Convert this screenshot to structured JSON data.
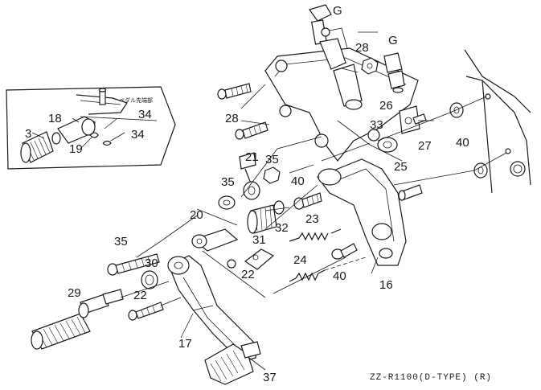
{
  "labels": {
    "p3": "3",
    "p18": "18",
    "p19": "19",
    "p34a": "34",
    "p34b": "34",
    "p28a": "28",
    "p28b": "28",
    "g1": "G",
    "g2": "G",
    "p26": "26",
    "p33": "33",
    "p27": "27",
    "p40a": "40",
    "p40b": "40",
    "p40c": "40",
    "p21": "21",
    "p35a": "35",
    "p35b": "35",
    "p35c": "35",
    "p25": "25",
    "p20": "20",
    "p31": "31",
    "p32": "32",
    "p23": "23",
    "p24": "24",
    "p30": "30",
    "p22a": "22",
    "p22b": "22",
    "p29": "29",
    "p17": "17",
    "p16": "16",
    "p37": "37"
  },
  "inset_note": "ペダル先端部",
  "model_caption": "ZZ-R1100(D-TYPE)  (R)"
}
